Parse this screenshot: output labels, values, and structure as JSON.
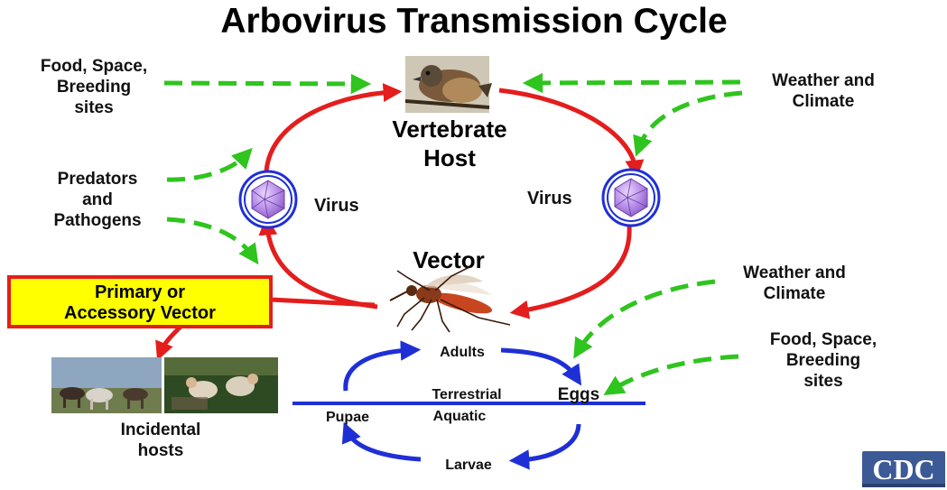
{
  "title": "Arbovirus Transmission Cycle",
  "nodes": {
    "vertebrate_host": [
      "Vertebrate",
      "Host"
    ],
    "vector": "Vector",
    "virus_left": "Virus",
    "virus_right": "Virus",
    "primary_vector": [
      "Primary or",
      "Accessory Vector"
    ],
    "incidental_hosts": [
      "Incidental",
      "hosts"
    ]
  },
  "factors": {
    "food_top_left": [
      "Food, Space,",
      "Breeding",
      "sites"
    ],
    "weather_top_right": [
      "Weather and",
      "Climate"
    ],
    "predators": [
      "Predators",
      "and",
      "Pathogens"
    ],
    "weather_mid_right": [
      "Weather and",
      "Climate"
    ],
    "food_bottom_right": [
      "Food, Space,",
      "Breeding",
      "sites"
    ]
  },
  "life_cycle": {
    "adults": "Adults",
    "eggs": "Eggs",
    "larvae": "Larvae",
    "pupae": "Pupae",
    "terrestrial": "Terrestrial",
    "aquatic": "Aquatic"
  },
  "logo": "CDC",
  "colors": {
    "cycle_arrow": "#e41d1d",
    "life_arrow": "#1f2fd6",
    "factor_arrow": "#2fc41e",
    "box_fill": "#ffff00",
    "box_border": "#e41d1d",
    "virus_fill": "#b58be6",
    "logo_bg": "#3c5a96"
  },
  "icons": [
    "bird-photo",
    "mosquito-photo",
    "virus-icon",
    "horses-photo",
    "people-photo",
    "cdc-logo"
  ]
}
